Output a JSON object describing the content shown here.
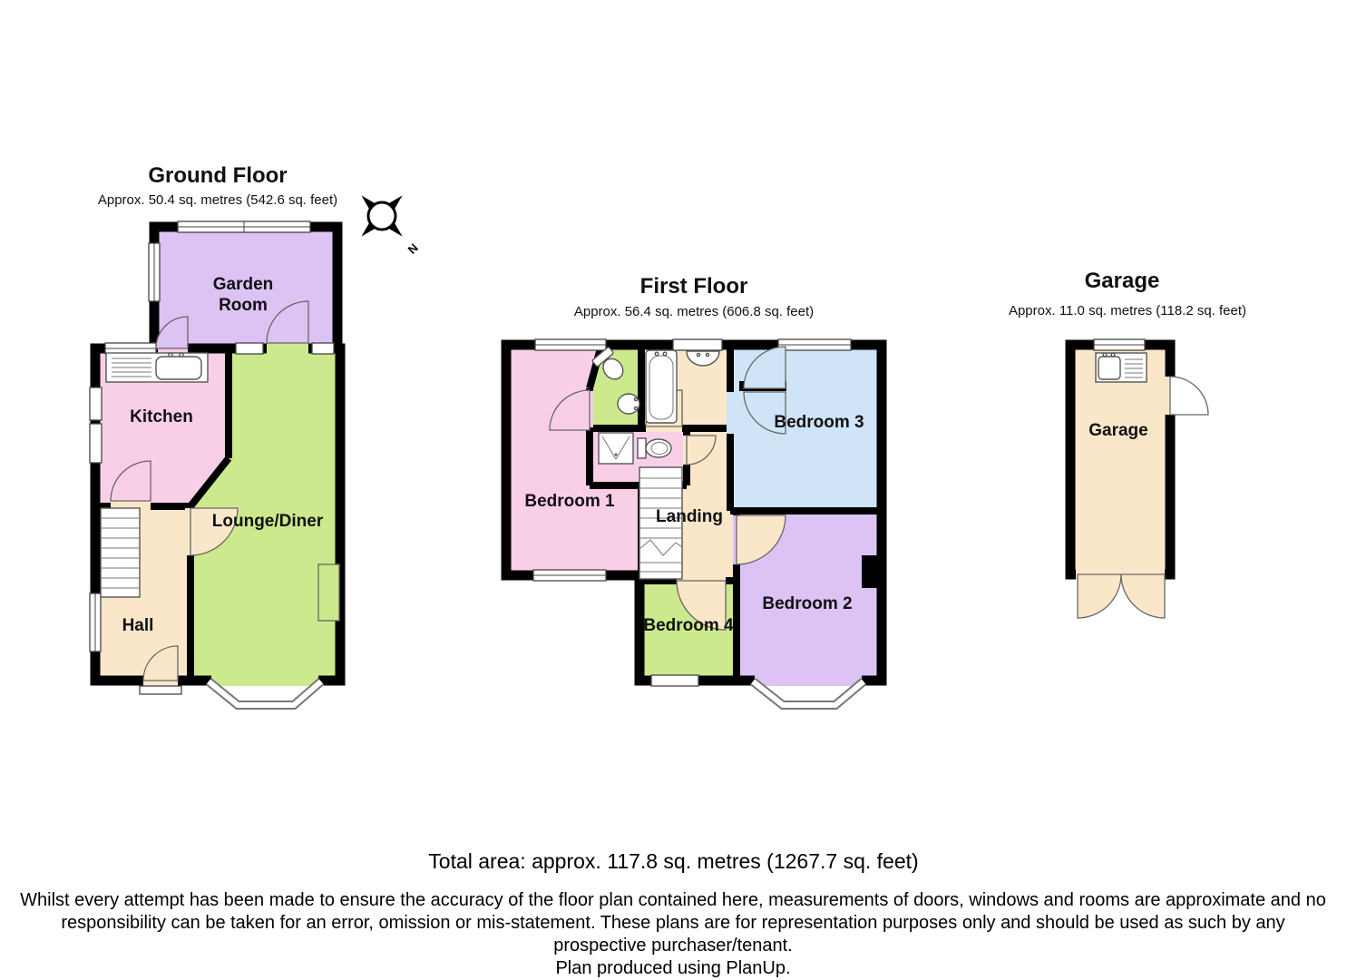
{
  "page": {
    "background": "#ffffff",
    "total_area": "Total area: approx. 117.8 sq. metres (1267.7 sq. feet)",
    "disclaimer": "Whilst every attempt has been made to ensure the accuracy of the floor plan contained here, measurements of doors, windows and rooms are approximate and no responsibility can be taken for an error, omission or mis-statement. These plans are for representation purposes only and should be used as such by any prospective purchaser/tenant.",
    "credit": "Plan produced using PlanUp."
  },
  "compass": {
    "north_label": "N"
  },
  "colors": {
    "wall": "#000000",
    "purple_room": "#dcc3f3",
    "pink_room": "#f9cfe8",
    "green_room": "#cce98e",
    "beige_room": "#fae7c9",
    "blue_room": "#cfe4f7"
  },
  "floors": {
    "ground": {
      "title": "Ground Floor",
      "area": "Approx. 50.4 sq. metres (542.6 sq. feet)",
      "rooms": {
        "garden_room": [
          "Garden",
          "Room"
        ],
        "kitchen": "Kitchen",
        "lounge_diner": "Lounge/Diner",
        "hall": "Hall"
      }
    },
    "first": {
      "title": "First Floor",
      "area": "Approx. 56.4 sq. metres (606.8 sq. feet)",
      "rooms": {
        "bedroom1": "Bedroom 1",
        "bedroom2": "Bedroom 2",
        "bedroom3": "Bedroom 3",
        "bedroom4": "Bedroom 4",
        "landing": "Landing"
      }
    },
    "garage": {
      "title": "Garage",
      "area": "Approx. 11.0 sq. metres (118.2 sq. feet)",
      "rooms": {
        "garage": "Garage"
      }
    }
  }
}
